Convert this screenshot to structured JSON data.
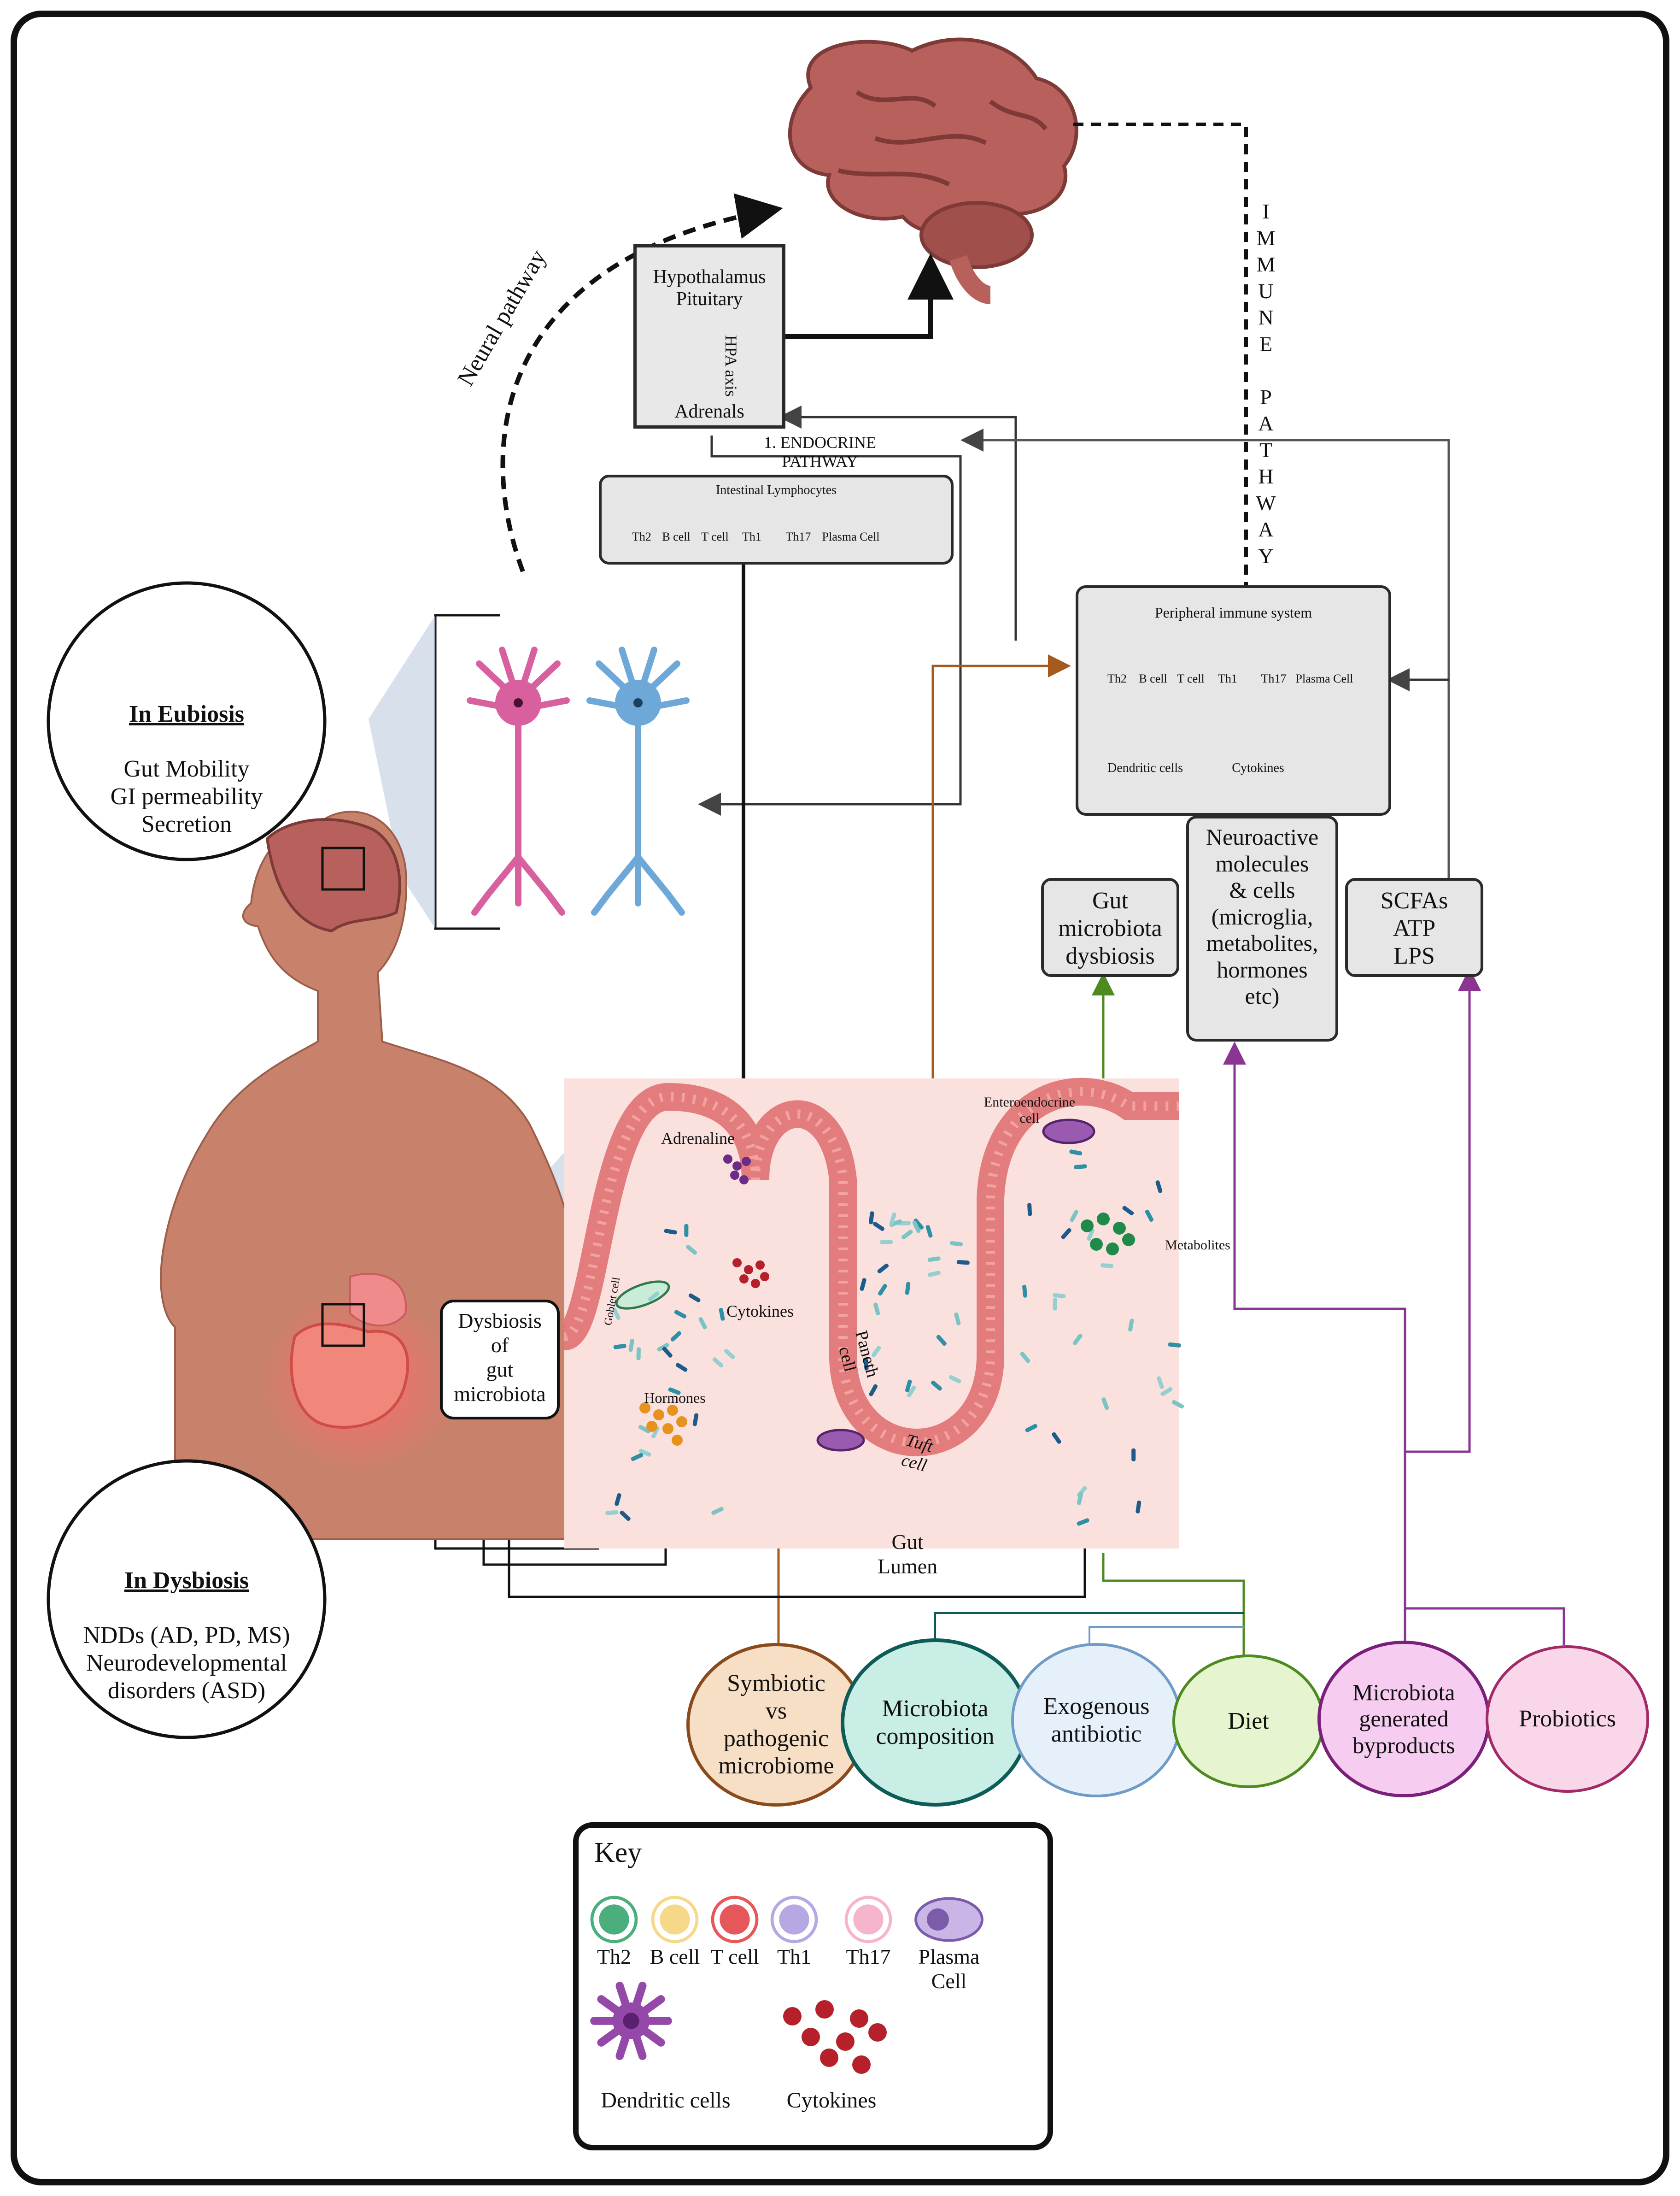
{
  "neural_pathway": "Neural pathway",
  "immune_pathway": "I\nM\nM\nU\nN\nE\n \nP\nA\nT\nH\nW\nA\nY",
  "hpa": {
    "hypothalamus": "Hypothalamus",
    "pituitary": "Pituitary",
    "axis": "HPA axis",
    "adrenals": "Adrenals"
  },
  "endocrine_pathway": "1.  ENDOCRINE\nPATHWAY",
  "intestinal_lymphocytes": {
    "title": "Intestinal Lymphocytes",
    "cells": [
      "Th2",
      "B cell",
      "T cell",
      "Th1",
      "Th17",
      "Plasma Cell"
    ]
  },
  "peripheral": {
    "title": "Peripheral immune system",
    "cells": [
      "Th2",
      "B cell",
      "T cell",
      "Th1",
      "Th17",
      "Plasma Cell"
    ],
    "dendritic": "Dendritic cells",
    "cytokines": "Cytokines"
  },
  "eubiosis": {
    "title": "In Eubiosis",
    "lines": "Gut Mobility\nGI permeability\nSecretion"
  },
  "dysbiosis_state": {
    "title": "In Dysbiosis",
    "lines": "NDDs (AD, PD, MS)\nNeurodevelopmental\ndisorders (ASD)"
  },
  "boxes": {
    "gut_dysbiosis": "Gut\nmicrobiota\ndysbiosis",
    "neuroactive": "Neuroactive\nmolecules\n& cells\n(microglia,\nmetabolites,\nhormones\netc)",
    "scfas": "SCFAs\nATP\nLPS",
    "dysbiosis_gut": "Dysbiosis\nof\ngut\nmicrobiota"
  },
  "gut_labels": {
    "adrenaline": "Adrenaline",
    "cytokines": "Cytokines",
    "hormones": "Hormones",
    "goblet": "Goblet cell",
    "paneth": "Paneth\ncell",
    "tuft": "Tuft\ncell",
    "enteroendocrine": "Enteroendocrine\ncell",
    "metabolites": "Metabolites",
    "lumen": "Gut\nLumen"
  },
  "factors": [
    {
      "label": "Symbiotic\nvs\npathogenic\nmicrobiome",
      "fill": "#f7dfc6",
      "stroke": "#8a4a1b"
    },
    {
      "label": "Microbiota\ncomposition",
      "fill": "#c9eee6",
      "stroke": "#0e5c57"
    },
    {
      "label": "Exogenous\nantibiotic",
      "fill": "#e6f0fa",
      "stroke": "#6f9bc7"
    },
    {
      "label": "Diet",
      "fill": "#e6f5d0",
      "stroke": "#4d8a1f"
    },
    {
      "label": "Microbiota\ngenerated\nbyproducts",
      "fill": "#f6cdf0",
      "stroke": "#7a1f7a"
    },
    {
      "label": "Probiotics",
      "fill": "#f9d6e9",
      "stroke": "#a22a67"
    }
  ],
  "key": {
    "title": "Key",
    "cells": [
      "Th2",
      "B cell",
      "T cell",
      "Th1",
      "Th17",
      "Plasma Cell"
    ],
    "dendritic": "Dendritic cells",
    "cytokines": "Cytokines"
  },
  "colors": {
    "th2": "#4aaf7c",
    "bcell": "#f6d988",
    "tcell": "#e6575c",
    "th1": "#b7a8e3",
    "th17": "#f6b5cd",
    "plasma": "#7b5ca8",
    "dendritic": "#9448a8",
    "cytokine": "#b5202a",
    "pink_neuron": "#d9609f",
    "blue_neuron": "#6ea8d8",
    "skin": "#c8826c",
    "brain": "#b8605c",
    "arrow_brown": "#a55a1e",
    "arrow_green": "#4d8a1f",
    "arrow_purple": "#8a3592"
  }
}
